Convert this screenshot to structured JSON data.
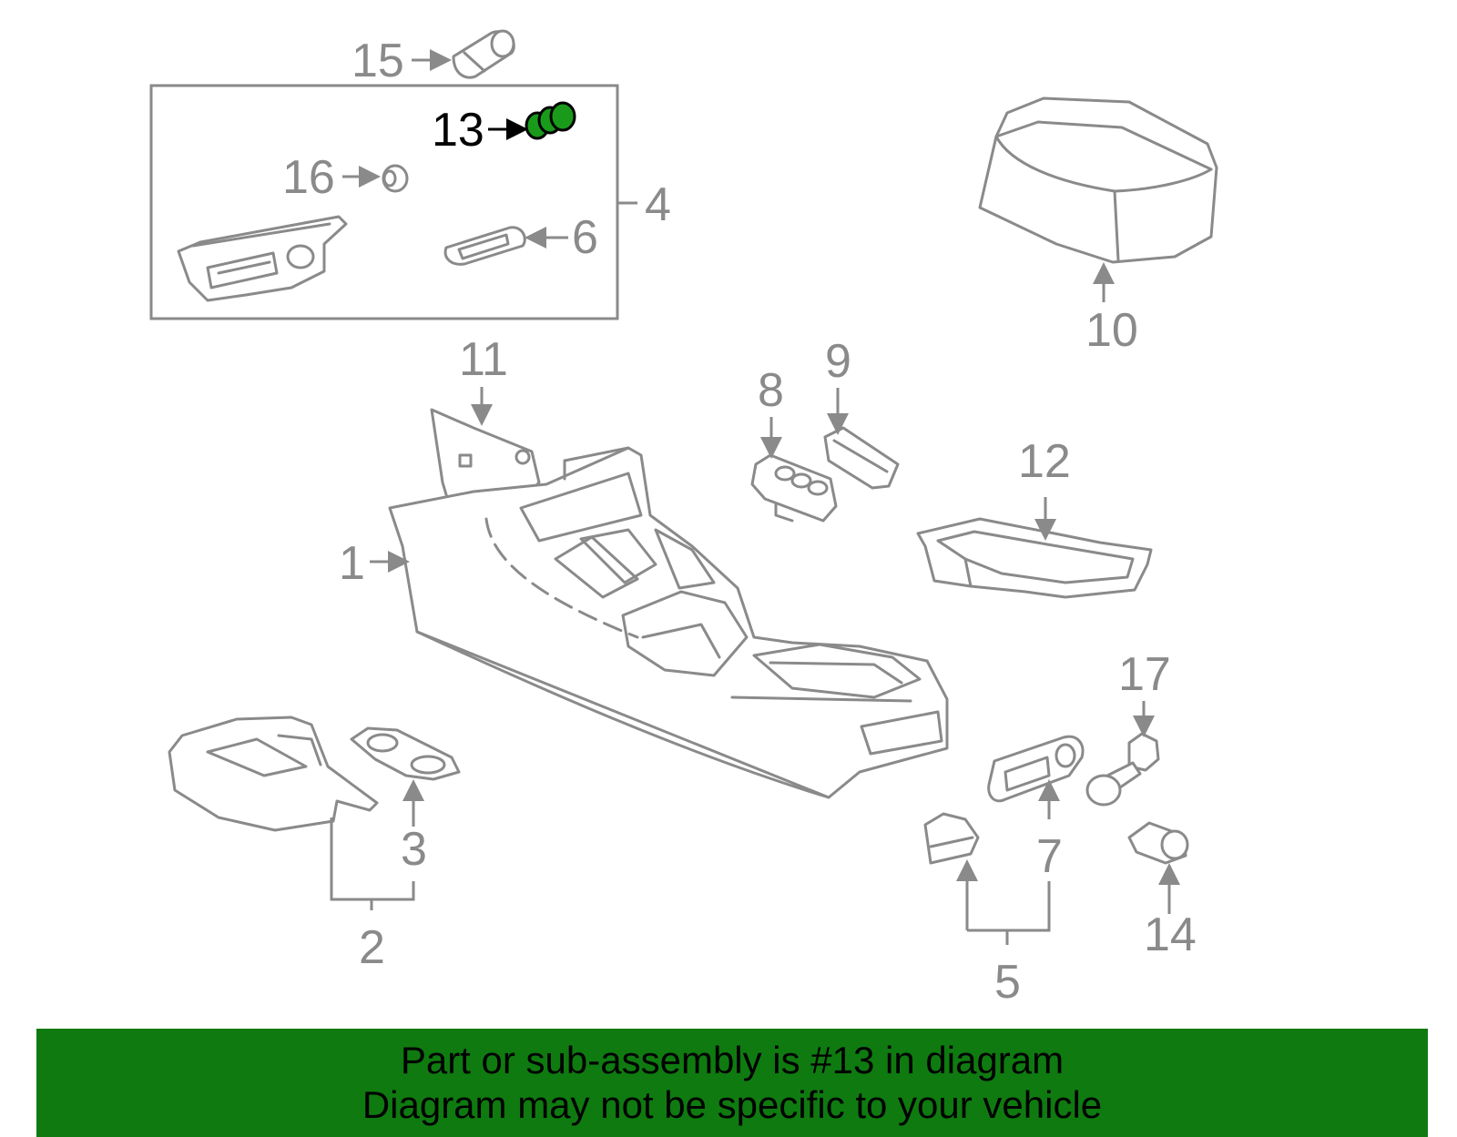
{
  "callouts": {
    "c1": "1",
    "c2": "2",
    "c3": "3",
    "c4": "4",
    "c5": "5",
    "c6": "6",
    "c7": "7",
    "c8": "8",
    "c9": "9",
    "c10": "10",
    "c11": "11",
    "c12": "12",
    "c13": "13",
    "c14": "14",
    "c15": "15",
    "c16": "16",
    "c17": "17"
  },
  "highlighted_part": "13",
  "colors": {
    "line": "#8a8a8a",
    "highlight_part": "#1a9a1a",
    "banner": "#0f7a10",
    "text": "#000000"
  },
  "banner": {
    "line1": "Part or sub-assembly is #13 in diagram",
    "line2": "Diagram may not be specific to your vehicle"
  }
}
